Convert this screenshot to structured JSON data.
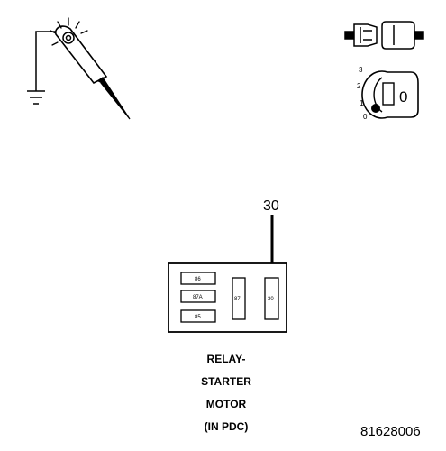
{
  "test_light": {
    "icon": "test-light-probe-icon",
    "ground_icon": "ground-symbol-icon"
  },
  "ignition": {
    "switch_icon": "ignition-switch-icon",
    "key_icon": "ignition-key-icon",
    "positions": [
      "3",
      "2",
      "1",
      "0"
    ],
    "key_label": "0"
  },
  "relay": {
    "pointer_label": "30",
    "pins": {
      "pin_86": "86",
      "pin_87a": "87A",
      "pin_85": "85",
      "pin_87": "87",
      "pin_30": "30"
    },
    "caption_lines": [
      "RELAY-",
      "STARTER",
      "MOTOR",
      "(IN PDC)"
    ]
  },
  "figure_id": "81628006"
}
